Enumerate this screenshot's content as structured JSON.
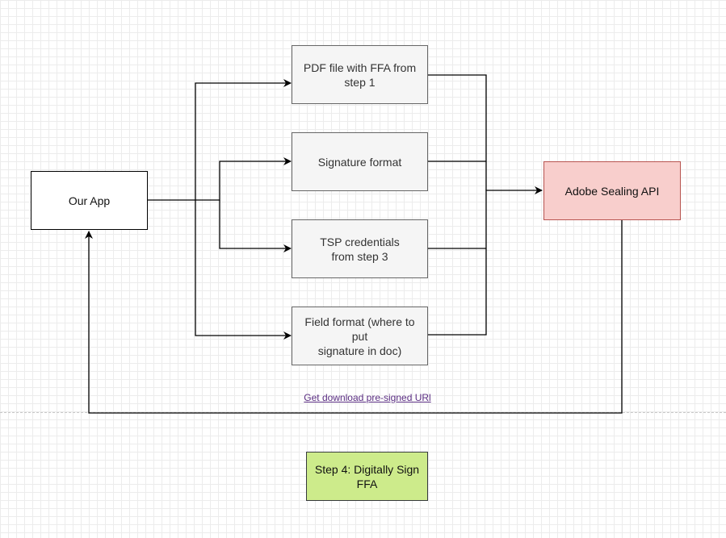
{
  "diagram": {
    "nodes": {
      "our_app": "Our App",
      "pdf_file": "PDF file with FFA from\nstep 1",
      "signature_format": "Signature format",
      "tsp_credentials": "TSP credentials\nfrom step 3",
      "field_format": "Field format (where to put\nsignature in doc)",
      "adobe_api": "Adobe Sealing API",
      "step_label": "Step 4: Digitally Sign\nFFA"
    },
    "edge_label": "Get download pre-signed URl",
    "colors": {
      "adobe_fill": "#f8cecc",
      "adobe_stroke": "#b85450",
      "step_fill": "#cdeb8b",
      "input_fill": "#f5f5f5",
      "link_text": "#5a2d82"
    }
  }
}
